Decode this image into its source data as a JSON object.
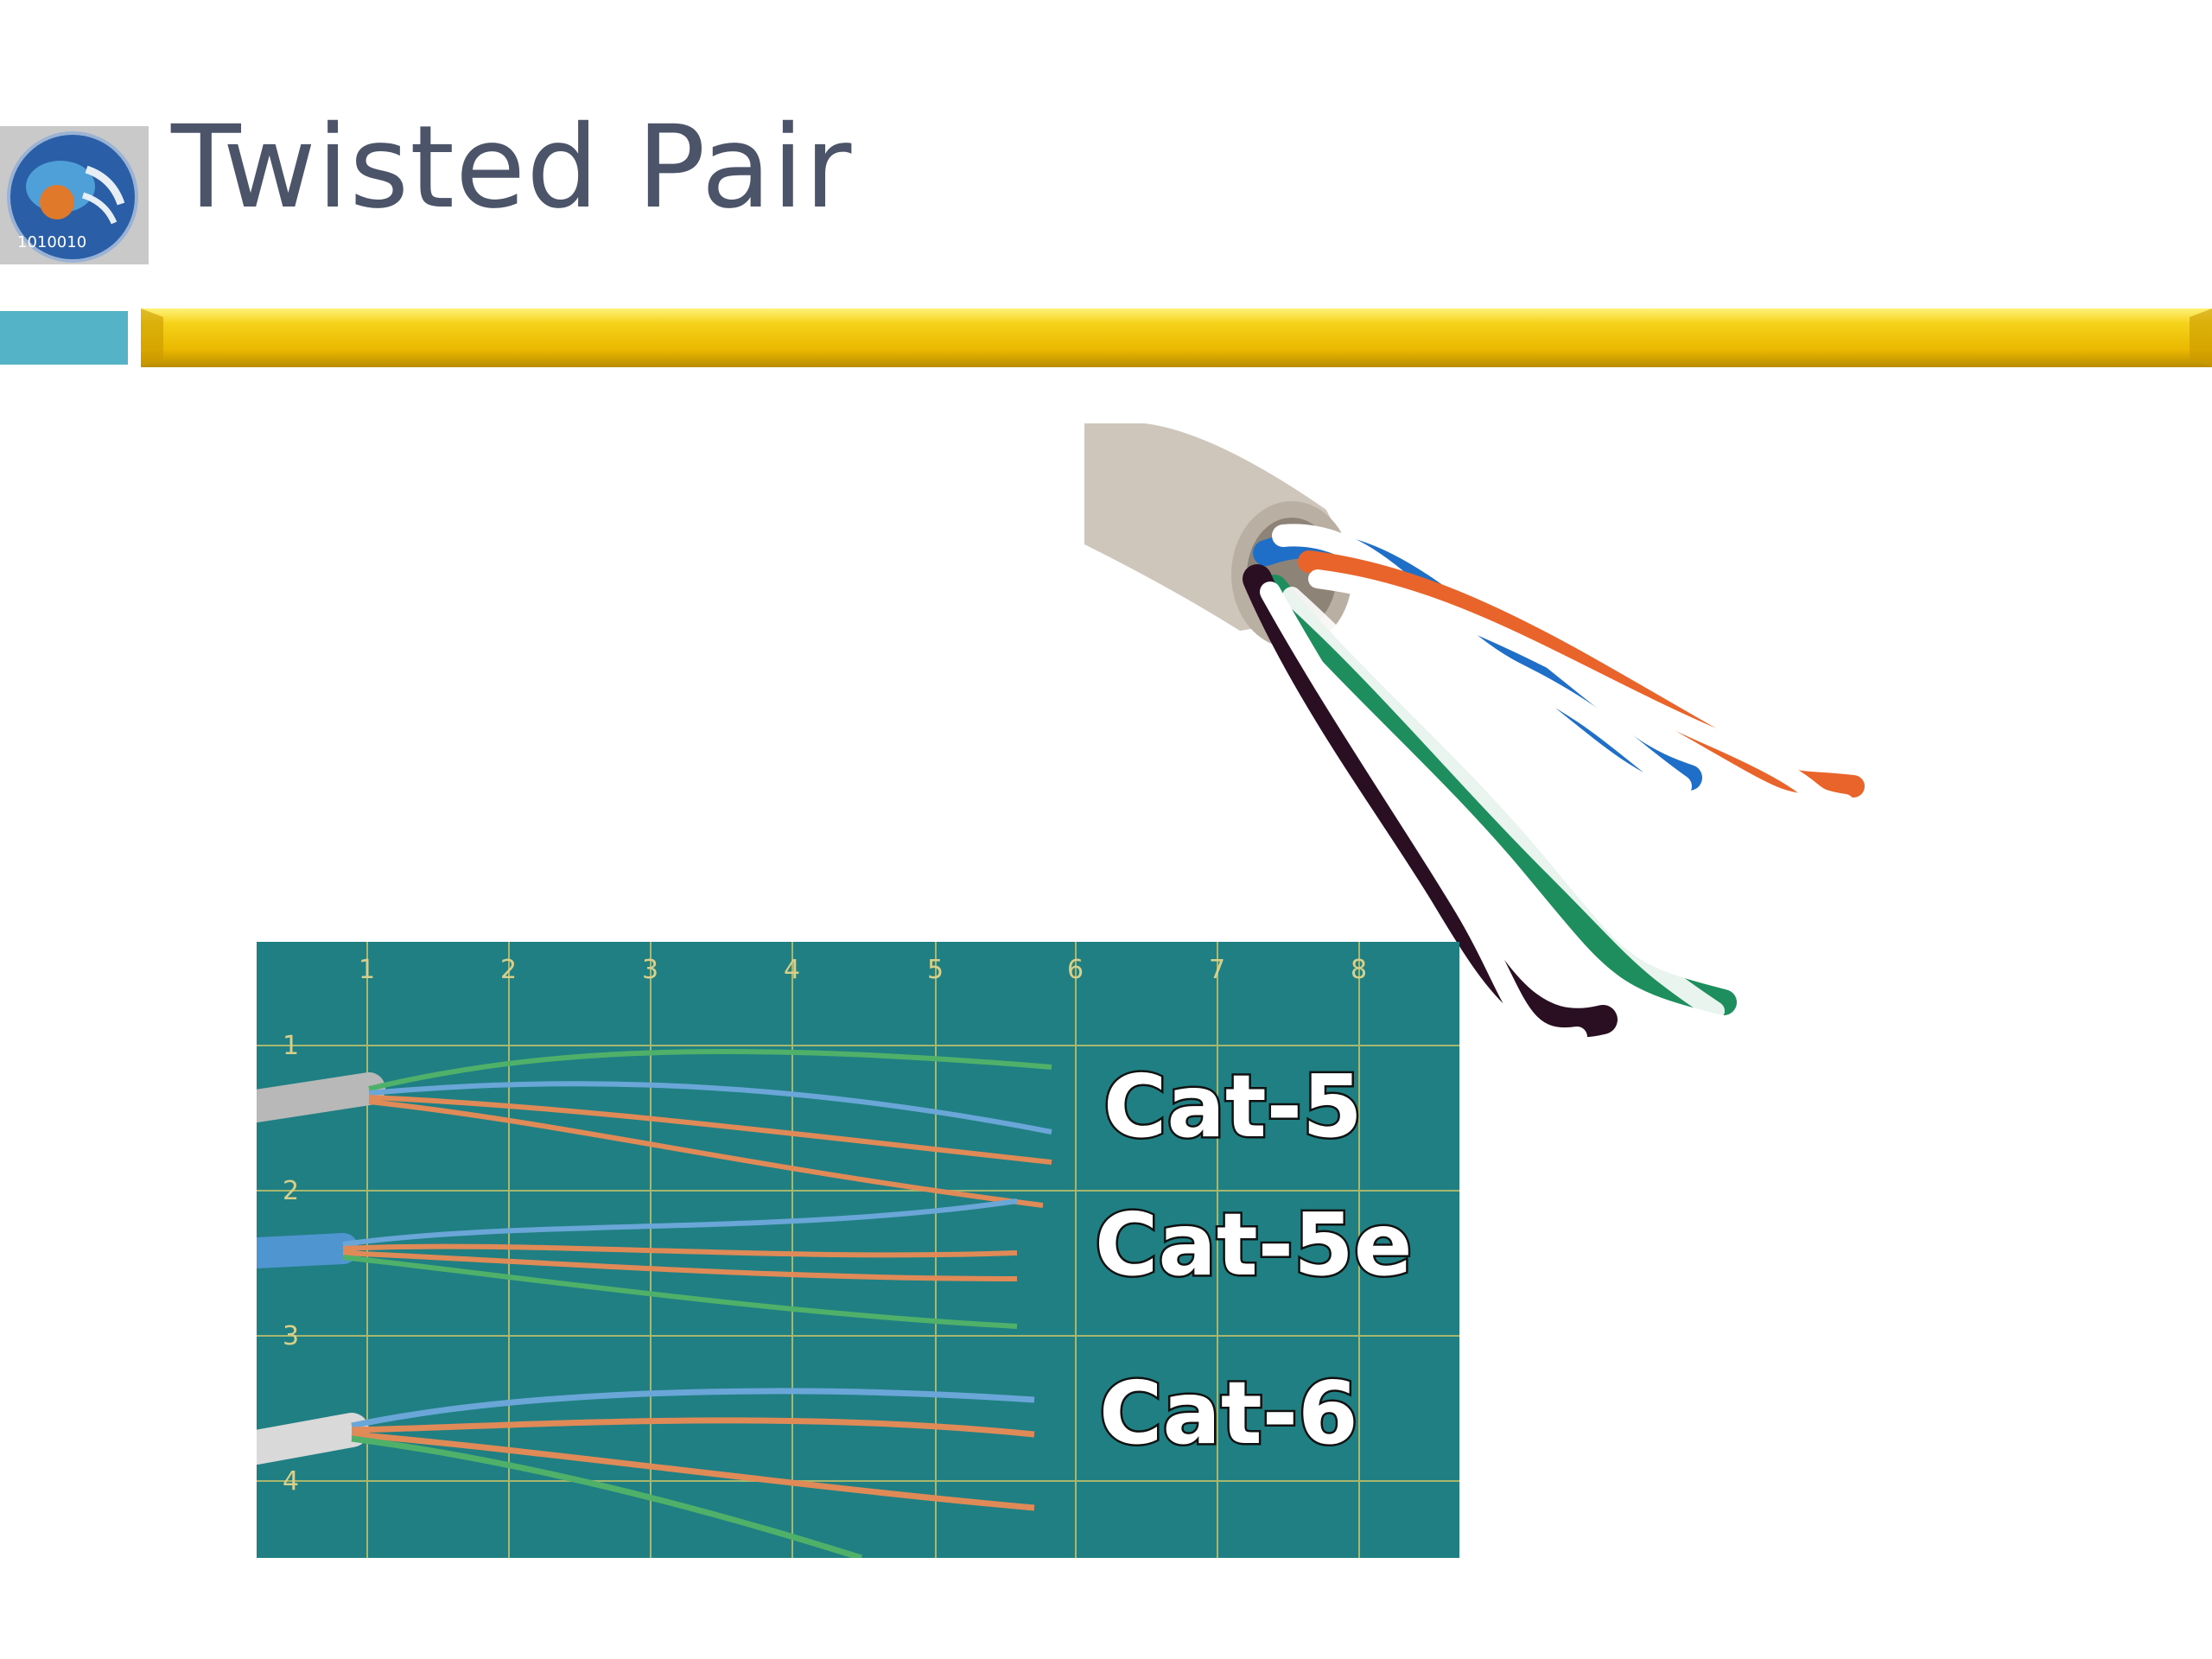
{
  "slide": {
    "title": "Twisted Pair",
    "accent_colors": {
      "title_text": "#4b5468",
      "left_block": "#55b3c7",
      "bar": "#f2c200"
    }
  },
  "logo": {
    "icon": "globe-logo-icon"
  },
  "cable_photo": {
    "description_icon": "utp-cable-photo",
    "wire_colors": [
      "#1f6fc8",
      "#e8642a",
      "#1e8e5e",
      "#2a0f22",
      "#ffffff"
    ]
  },
  "ruler_photo": {
    "top_ticks": [
      "1",
      "2",
      "3",
      "4",
      "5",
      "6",
      "7",
      "8"
    ],
    "side_ticks": [
      "1",
      "2",
      "3",
      "4"
    ],
    "labels": [
      "Cat-5",
      "Cat-5e",
      "Cat-6"
    ],
    "mat_color": "#1f7f82"
  }
}
